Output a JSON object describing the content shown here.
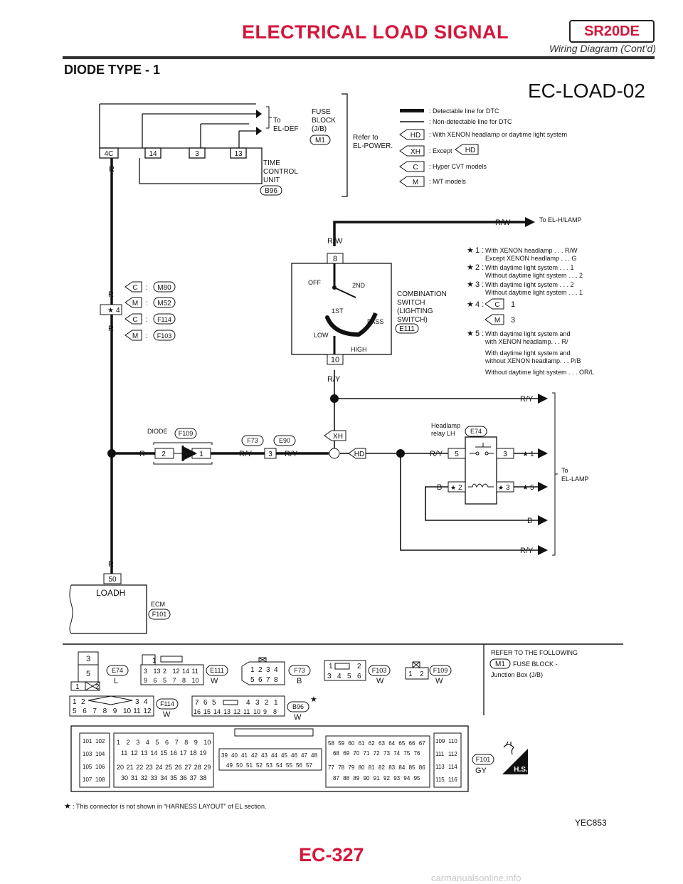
{
  "header": {
    "title": "ELECTRICAL LOAD SIGNAL",
    "engine": "SR20DE",
    "subtitle": "Wiring Diagram (Cont’d)"
  },
  "section_title": "DIODE TYPE - 1",
  "diagram_id": "EC-LOAD-02",
  "fuse_block": {
    "to": "To",
    "el_def": "EL-DEF",
    "fuse": "FUSE",
    "block": "BLOCK",
    "jb": "(J/B)",
    "conn": "M1"
  },
  "time_control": {
    "l1": "TIME",
    "l2": "CONTROL",
    "l3": "UNIT",
    "conn": "B96",
    "terms": [
      "4C",
      "14",
      "3",
      "13"
    ]
  },
  "refer": {
    "l1": "Refer to",
    "l2": "EL-POWER."
  },
  "legend": {
    "detectable": ": Detectable line for DTC",
    "nondetectable": ": Non-detectable line for DTC",
    "items": [
      {
        "code": "HD",
        "text": ": With XENON headlamp or daytime light system"
      },
      {
        "code": "XH",
        "text": ": Except"
      },
      {
        "code": "C",
        "text": ": Hyper CVT models"
      },
      {
        "code": "M",
        "text": ": M/T models"
      }
    ]
  },
  "wires": {
    "R": "R",
    "RW": "R/W",
    "RY": "R/Y",
    "B": "B"
  },
  "to_el_hlamp": "To EL-H/LAMP",
  "combination_switch": {
    "l1": "COMBINATION",
    "l2": "SWITCH",
    "l3": "(LIGHTING",
    "l4": "SWITCH)",
    "conn": "E111",
    "pins": [
      "8",
      "10"
    ],
    "positions": [
      "OFF",
      "2ND",
      "1ST",
      "PASS",
      "LOW",
      "HIGH"
    ]
  },
  "models": [
    {
      "code": "C",
      "conn": "M80"
    },
    {
      "code": "M",
      "conn": "M52"
    },
    {
      "code": "C",
      "conn": "F114"
    },
    {
      "code": "M",
      "conn": "F103"
    }
  ],
  "star4_label": "4",
  "notes": {
    "n1_key": "1 :",
    "n1_a": "With XENON headlamp . . . R/W",
    "n1_b": "Except XENON headlamp . . . G",
    "n2_key": "2 :",
    "n2_a": "With daytime light system . . . 1",
    "n2_b": "Without daytime light system . . . 2",
    "n3_key": "3 :",
    "n3_a": "With daytime light system . . . 2",
    "n3_b": "Without daytime light system . . . 1",
    "n4_key": "4 :",
    "n4_c": "C",
    "n4_cv": "1",
    "n4_m": "M",
    "n4_mv": "3",
    "n5_key": "5 :",
    "n5_a": "With daytime light system and",
    "n5_b": "with XENON headlamp. . . R/",
    "n5_c": "With daytime light system and",
    "n5_d": "without XENON headlamp. . . P/B",
    "n5_e": "Without daytime light system . . . OR/L"
  },
  "diode": {
    "label": "DIODE",
    "conn": "F109",
    "pins": [
      "2",
      "1"
    ]
  },
  "joint": {
    "conn1": "F73",
    "conn2": "E90",
    "pin": "3"
  },
  "codes": {
    "xh": "XH",
    "hd": "HD"
  },
  "relay": {
    "l1": "Headlamp",
    "l2": "relay LH",
    "conn": "E74",
    "pin5": "5",
    "pin3": "3",
    "pin2": "2",
    "pin3b": "3",
    "s1": "1",
    "s5": "5"
  },
  "to_el_lamp": {
    "l1": "To",
    "l2": "EL-LAMP"
  },
  "ecm": {
    "label": "ECM",
    "conn": "F101",
    "pin": "50",
    "terminal": "LOADH"
  },
  "refer_following": {
    "title": "REFER TO THE FOLLOWING",
    "conn": "M1",
    "l1": "FUSE BLOCK -",
    "l2": "Junction Box (J/B)"
  },
  "connectors": {
    "e74": {
      "name": "E74",
      "color": "L",
      "pins": [
        "3",
        "5",
        "1",
        "2"
      ]
    },
    "e111": {
      "name": "E111",
      "color": "W",
      "row1": [
        "3",
        "13",
        "2",
        "12",
        "14",
        "11"
      ],
      "row2": [
        "9",
        "6",
        "5",
        "7",
        "8",
        "10"
      ],
      "top": "1"
    },
    "f73": {
      "name": "F73",
      "color": "B",
      "row1": [
        "1",
        "2",
        "3",
        "4"
      ],
      "row2": [
        "5",
        "6",
        "7",
        "8"
      ]
    },
    "f103": {
      "name": "F103",
      "color": "W",
      "row1": [
        "1",
        "2"
      ],
      "row2": [
        "3",
        "4",
        "5",
        "6"
      ]
    },
    "f109": {
      "name": "F109",
      "color": "W",
      "row1": [
        "1",
        "2"
      ]
    },
    "f114": {
      "name": "F114",
      "color": "W",
      "row1": [
        "1",
        "2",
        "3",
        "4"
      ],
      "row2": [
        "5",
        "6",
        "7",
        "8",
        "9",
        "10",
        "11",
        "12"
      ]
    },
    "b96": {
      "name": "B96",
      "color": "W",
      "row1": [
        "7",
        "6",
        "5",
        "4",
        "3",
        "2",
        "1"
      ],
      "row2": [
        "16",
        "15",
        "14",
        "13",
        "12",
        "11",
        "10",
        "9",
        "8"
      ]
    },
    "f101": {
      "name": "F101",
      "color": "GY",
      "a1": [
        "101",
        "102",
        "103",
        "104",
        "105",
        "106",
        "107",
        "108"
      ],
      "b1": [
        "1",
        "2",
        "3",
        "4",
        "5",
        "6",
        "7",
        "8",
        "9",
        "10"
      ],
      "b2": [
        "11",
        "12",
        "13",
        "14",
        "15",
        "16",
        "17",
        "18",
        "19"
      ],
      "b3": [
        "20",
        "21",
        "22",
        "23",
        "24",
        "25",
        "26",
        "27",
        "28",
        "29"
      ],
      "b4": [
        "30",
        "31",
        "32",
        "33",
        "34",
        "35",
        "36",
        "37",
        "38"
      ],
      "c1": [
        "39",
        "40",
        "41",
        "42",
        "43",
        "44",
        "45",
        "46",
        "47",
        "48"
      ],
      "c2": [
        "49",
        "50",
        "51",
        "52",
        "53",
        "54",
        "55",
        "56",
        "57"
      ],
      "d1": [
        "58",
        "59",
        "60",
        "61",
        "62",
        "63",
        "64",
        "65",
        "66",
        "67"
      ],
      "d2": [
        "68",
        "69",
        "70",
        "71",
        "72",
        "73",
        "74",
        "75",
        "76"
      ],
      "d3": [
        "77",
        "78",
        "79",
        "80",
        "81",
        "82",
        "83",
        "84",
        "85",
        "86"
      ],
      "d4": [
        "87",
        "88",
        "89",
        "90",
        "91",
        "92",
        "93",
        "94",
        "95"
      ],
      "e1": [
        "109",
        "110",
        "111",
        "112",
        "113",
        "114",
        "115",
        "116"
      ]
    }
  },
  "hs": "H.S.",
  "footnote": ": This connector is not shown in “HARNESS LAYOUT” of EL section.",
  "footer_code": "YEC853",
  "page_number": "EC-327",
  "watermark": "carmanualsonline.info"
}
